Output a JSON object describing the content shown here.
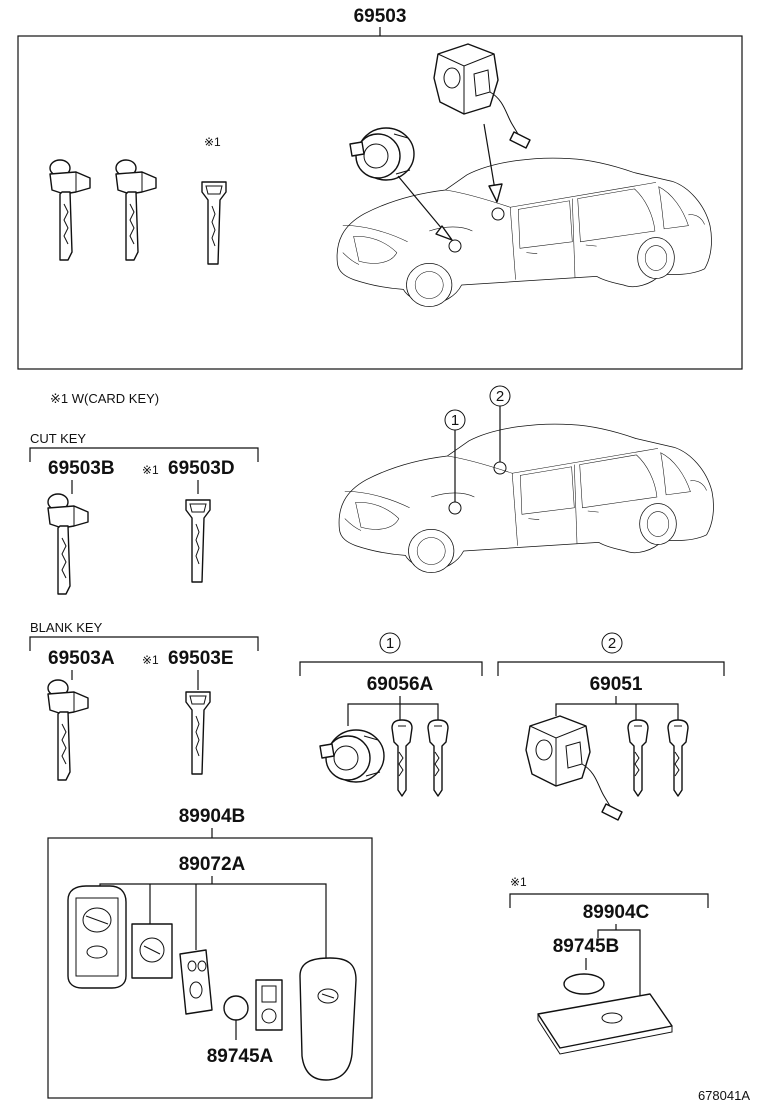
{
  "assembly": {
    "part_no": "69503"
  },
  "note_marker": "※1",
  "card_key_note": "※1 W(CARD KEY)",
  "cut_key": {
    "title": "CUT KEY",
    "part_b": "69503B",
    "part_d": "69503D"
  },
  "blank_key": {
    "title": "BLANK KEY",
    "part_a": "69503A",
    "part_e": "69503E"
  },
  "callouts": {
    "one": "1",
    "two": "2"
  },
  "lock_sets": {
    "door_set": "69056A",
    "ignition_set": "69051"
  },
  "smart_key": {
    "assembly": "89904B",
    "transmitter": "89072A",
    "battery": "89745A"
  },
  "card_key": {
    "assembly": "89904C",
    "battery": "89745B"
  },
  "figure_no": "678041A"
}
